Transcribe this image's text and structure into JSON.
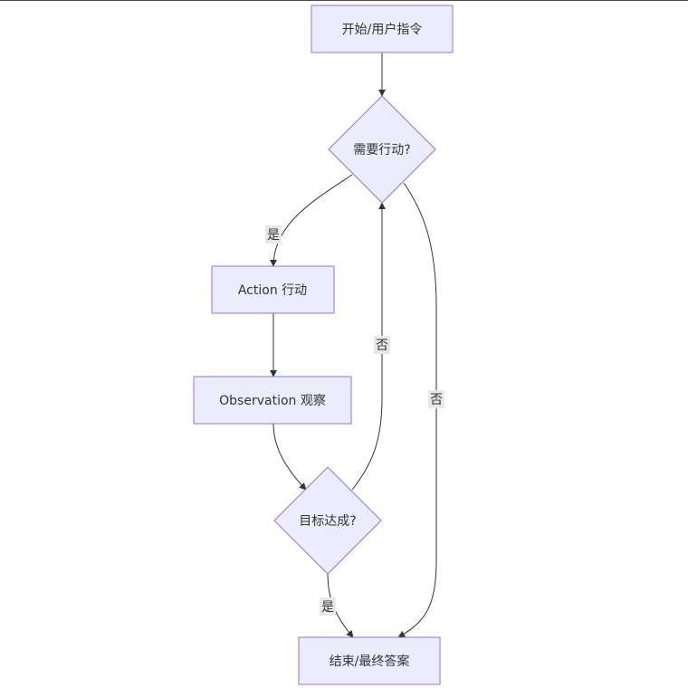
{
  "diagram": {
    "type": "flowchart",
    "colors": {
      "node_fill": "#ECECFF",
      "node_stroke": "#9370DB",
      "edge": "#333333",
      "label_bg": "#E8E8E8",
      "text": "#333333"
    },
    "nodes": {
      "start": "开始/用户指令",
      "need_action": "需要行动?",
      "action": "Action 行动",
      "observation": "Observation 观察",
      "goal_reached": "目标达成?",
      "end": "结束/最终答案"
    },
    "edges": [
      {
        "from": "start",
        "to": "need_action",
        "label": ""
      },
      {
        "from": "need_action",
        "to": "action",
        "label": "是"
      },
      {
        "from": "need_action",
        "to": "end",
        "label": "否"
      },
      {
        "from": "action",
        "to": "observation",
        "label": ""
      },
      {
        "from": "observation",
        "to": "goal_reached",
        "label": ""
      },
      {
        "from": "goal_reached",
        "to": "need_action",
        "label": "否"
      },
      {
        "from": "goal_reached",
        "to": "end",
        "label": "是"
      }
    ]
  }
}
